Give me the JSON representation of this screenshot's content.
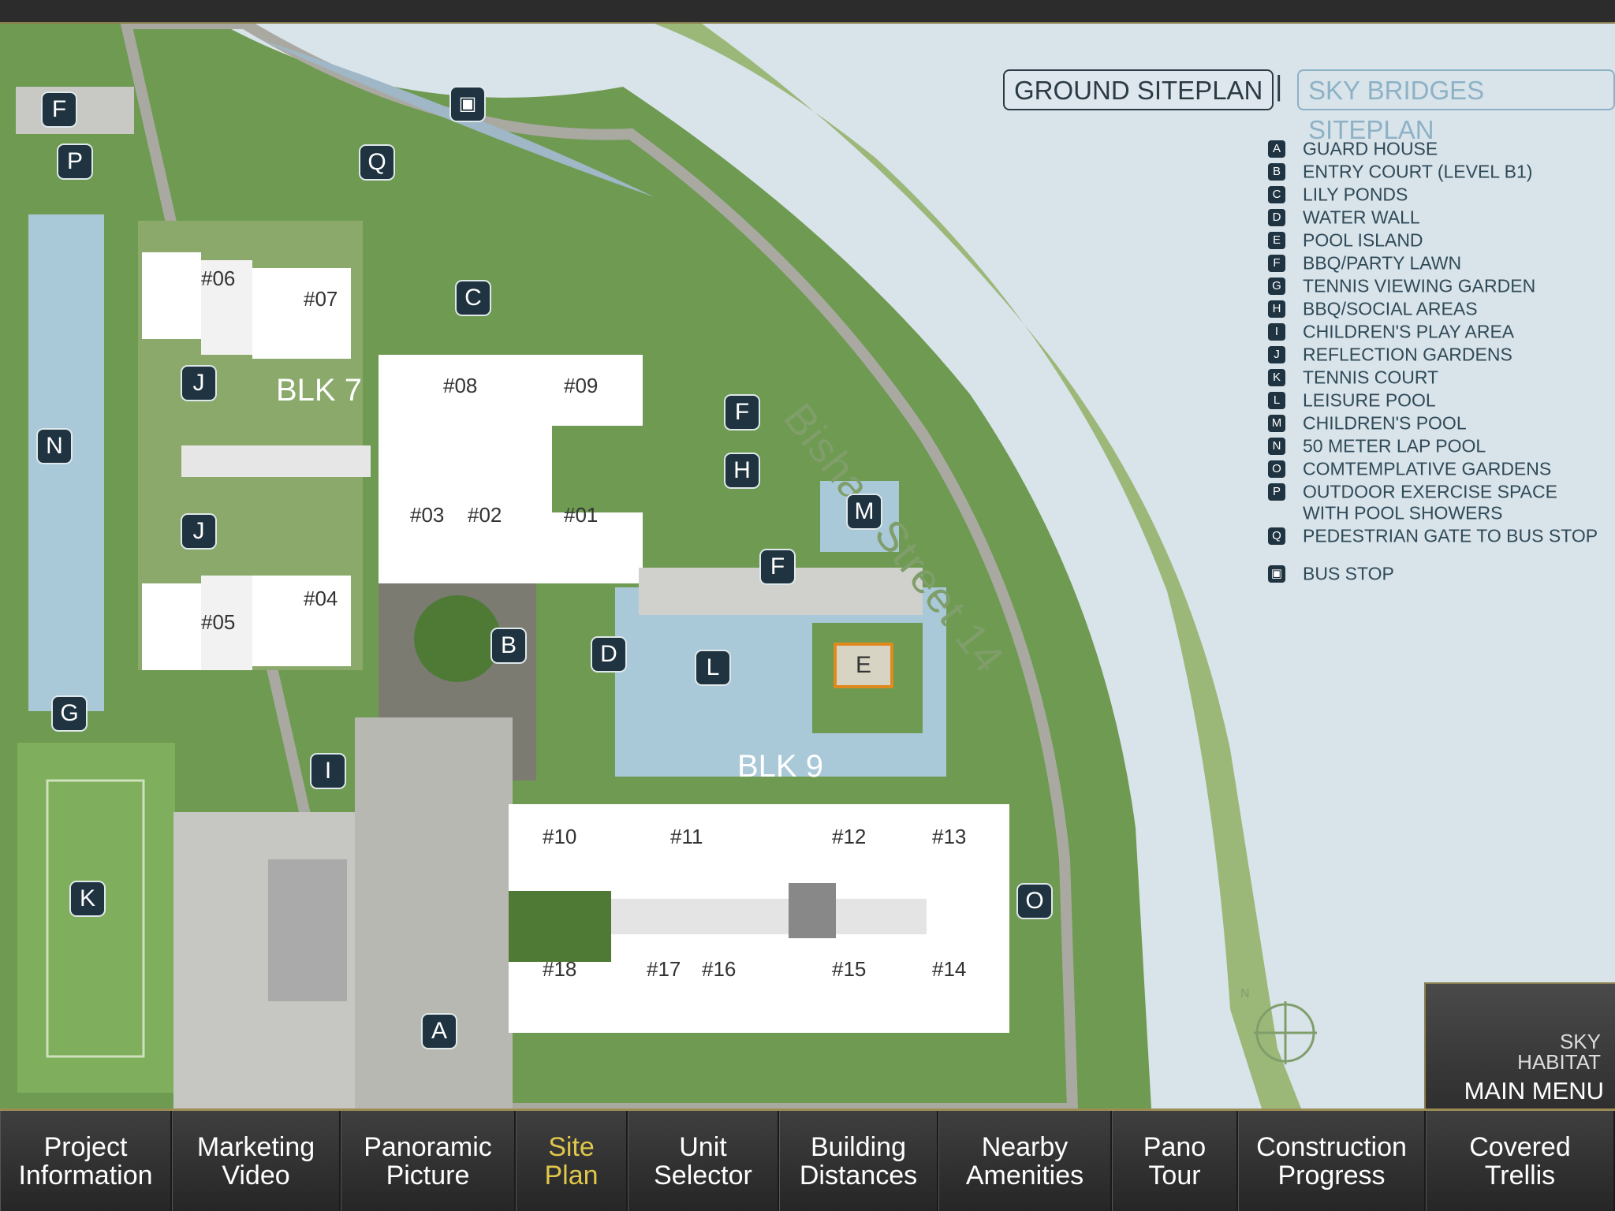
{
  "siteplan_toggle": {
    "ground": "GROUND SITEPLAN",
    "separator": "|",
    "sky": "SKY BRIDGES SITEPLAN"
  },
  "street_name": "Bishan Street 14",
  "blocks": {
    "blk7": "BLK 7",
    "blk9": "BLK 9"
  },
  "units": [
    "#06",
    "#07",
    "#08",
    "#09",
    "#03",
    "#02",
    "#01",
    "#04",
    "#05",
    "#10",
    "#11",
    "#12",
    "#13",
    "#18",
    "#17",
    "#16",
    "#15",
    "#14"
  ],
  "markers": [
    "F",
    "P",
    "Q",
    "C",
    "J",
    "N",
    "F",
    "H",
    "J",
    "M",
    "F",
    "B",
    "D",
    "L",
    "E",
    "G",
    "I",
    "K",
    "O",
    "A"
  ],
  "legend": [
    {
      "key": "A",
      "text": "GUARD HOUSE"
    },
    {
      "key": "B",
      "text": "ENTRY COURT (LEVEL B1)"
    },
    {
      "key": "C",
      "text": "LILY PONDS"
    },
    {
      "key": "D",
      "text": "WATER WALL"
    },
    {
      "key": "E",
      "text": "POOL ISLAND"
    },
    {
      "key": "F",
      "text": "BBQ/PARTY LAWN"
    },
    {
      "key": "G",
      "text": "TENNIS VIEWING GARDEN"
    },
    {
      "key": "H",
      "text": "BBQ/SOCIAL AREAS"
    },
    {
      "key": "I",
      "text": "CHILDREN'S PLAY AREA"
    },
    {
      "key": "J",
      "text": "REFLECTION GARDENS"
    },
    {
      "key": "K",
      "text": "TENNIS COURT"
    },
    {
      "key": "L",
      "text": "LEISURE POOL"
    },
    {
      "key": "M",
      "text": "CHILDREN'S POOL"
    },
    {
      "key": "N",
      "text": "50 METER LAP POOL"
    },
    {
      "key": "O",
      "text": "COMTEMPLATIVE GARDENS"
    },
    {
      "key": "P",
      "text": "OUTDOOR EXERCISE SPACE"
    },
    {
      "key": "",
      "text": "WITH POOL SHOWERS"
    },
    {
      "key": "Q",
      "text": "PEDESTRIAN GATE TO BUS STOP"
    },
    {
      "key": "bus",
      "text": "BUS STOP"
    }
  ],
  "compass_label": "N",
  "main_menu": {
    "logo_line1": "SKY",
    "logo_line2": "HABITAT",
    "label": "MAIN MENU"
  },
  "nav_tabs": [
    {
      "label": "Project\nInformation"
    },
    {
      "label": "Marketing\nVideo"
    },
    {
      "label": "Panoramic\nPicture"
    },
    {
      "label": "Site\nPlan",
      "active": true
    },
    {
      "label": "Unit\nSelector"
    },
    {
      "label": "Building\nDistances"
    },
    {
      "label": "Nearby\nAmenities"
    },
    {
      "label": "Pano\nTour"
    },
    {
      "label": "Construction\nProgress"
    },
    {
      "label": "Covered\nTrellis"
    }
  ],
  "colors": {
    "water": "#d9e3ea",
    "park": "#9bb879",
    "marker": "#1f3340",
    "accent": "#e0c64a"
  }
}
